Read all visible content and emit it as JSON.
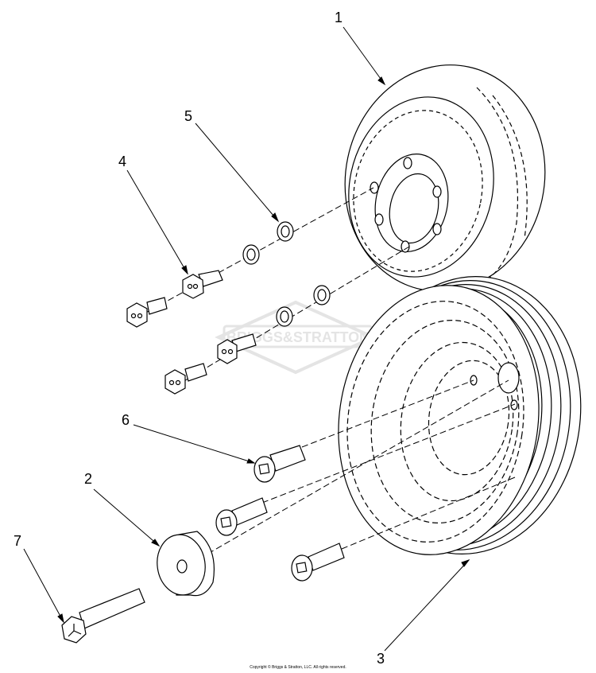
{
  "callouts": {
    "c1": "1",
    "c2": "2",
    "c3": "3",
    "c4": "4",
    "c5": "5",
    "c6": "6",
    "c7": "7"
  },
  "watermark": "BRIGGS&STRATTON",
  "copyright": "Copyright © Briggs & Stratton, LLC. All rights reserved.",
  "colors": {
    "line": "#000000",
    "watermark": "#e6e6e6",
    "background": "#ffffff"
  }
}
